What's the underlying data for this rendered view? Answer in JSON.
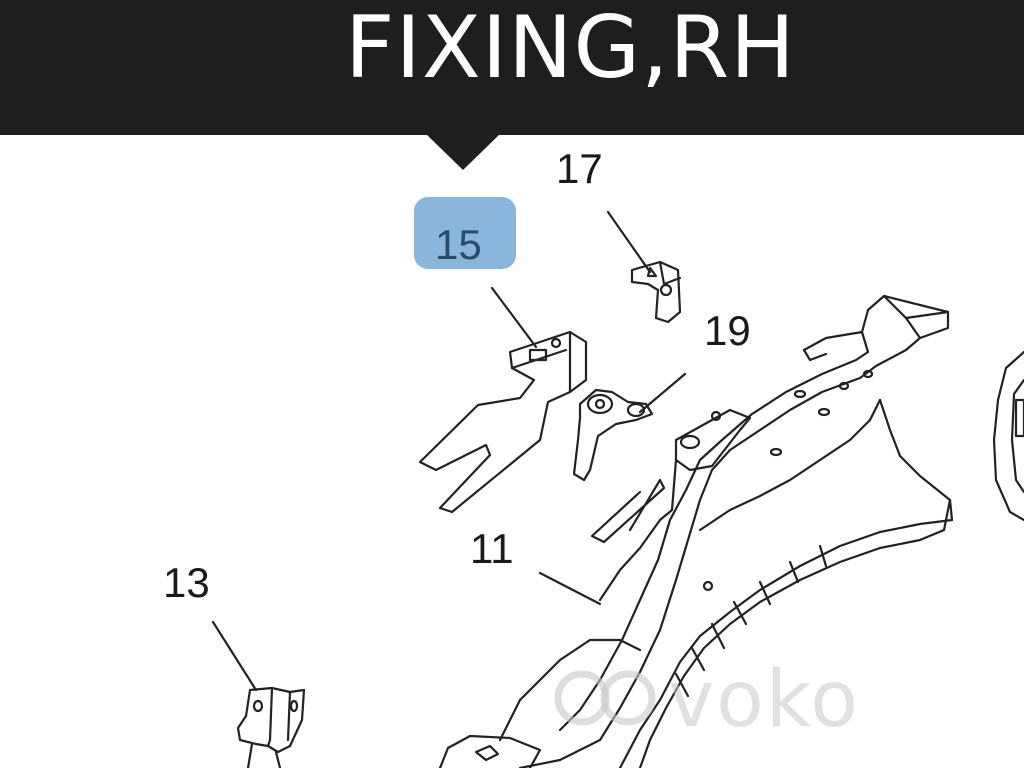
{
  "header": {
    "title": "FIXING,RH"
  },
  "callouts": {
    "highlighted": "15",
    "c17": "17",
    "c19": "19",
    "c11": "11",
    "c13": "13"
  },
  "watermark": {
    "text": "voko"
  },
  "colors": {
    "header_bg": "#1f1d1e",
    "highlight": "#8ab6dc",
    "line": "#222222"
  }
}
